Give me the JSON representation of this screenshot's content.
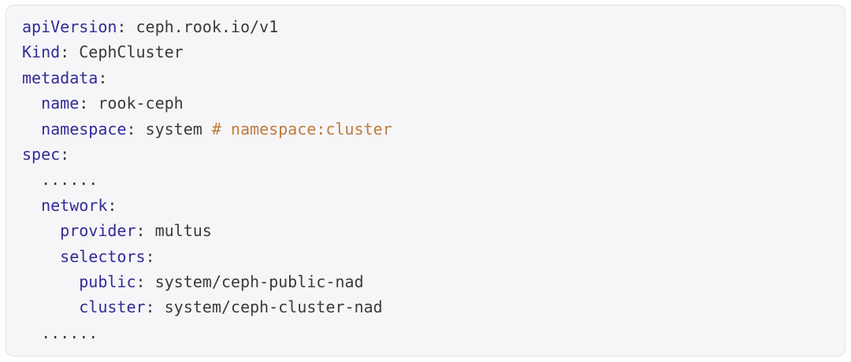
{
  "code_block": {
    "language": "yaml",
    "colors": {
      "background": "#f6f6f8",
      "border": "#e3e3e7",
      "key": "#322b96",
      "plain": "#3a3a3c",
      "comment": "#bd7b3c"
    },
    "lines": [
      {
        "segments": [
          {
            "text": "apiVersion",
            "type": "key"
          },
          {
            "text": ": ceph.rook.io/v1",
            "type": "plain"
          }
        ]
      },
      {
        "segments": [
          {
            "text": "Kind",
            "type": "key"
          },
          {
            "text": ": CephCluster",
            "type": "plain"
          }
        ]
      },
      {
        "segments": [
          {
            "text": "metadata",
            "type": "key"
          },
          {
            "text": ":",
            "type": "plain"
          }
        ]
      },
      {
        "segments": [
          {
            "text": "  ",
            "type": "plain"
          },
          {
            "text": "name",
            "type": "key"
          },
          {
            "text": ": rook-ceph",
            "type": "plain"
          }
        ]
      },
      {
        "segments": [
          {
            "text": "  ",
            "type": "plain"
          },
          {
            "text": "namespace",
            "type": "key"
          },
          {
            "text": ": system ",
            "type": "plain"
          },
          {
            "text": "# namespace:cluster",
            "type": "comment"
          }
        ]
      },
      {
        "segments": [
          {
            "text": "spec",
            "type": "key"
          },
          {
            "text": ":",
            "type": "plain"
          }
        ]
      },
      {
        "segments": [
          {
            "text": "  ......",
            "type": "plain"
          }
        ]
      },
      {
        "segments": [
          {
            "text": "  ",
            "type": "plain"
          },
          {
            "text": "network",
            "type": "key"
          },
          {
            "text": ":",
            "type": "plain"
          }
        ]
      },
      {
        "segments": [
          {
            "text": "    ",
            "type": "plain"
          },
          {
            "text": "provider",
            "type": "key"
          },
          {
            "text": ": multus",
            "type": "plain"
          }
        ]
      },
      {
        "segments": [
          {
            "text": "    ",
            "type": "plain"
          },
          {
            "text": "selectors",
            "type": "key"
          },
          {
            "text": ":",
            "type": "plain"
          }
        ]
      },
      {
        "segments": [
          {
            "text": "      ",
            "type": "plain"
          },
          {
            "text": "public",
            "type": "key"
          },
          {
            "text": ": system/ceph-public-nad",
            "type": "plain"
          }
        ]
      },
      {
        "segments": [
          {
            "text": "      ",
            "type": "plain"
          },
          {
            "text": "cluster",
            "type": "key"
          },
          {
            "text": ": system/ceph-cluster-nad",
            "type": "plain"
          }
        ]
      },
      {
        "segments": [
          {
            "text": "  ......",
            "type": "plain"
          }
        ]
      }
    ]
  }
}
